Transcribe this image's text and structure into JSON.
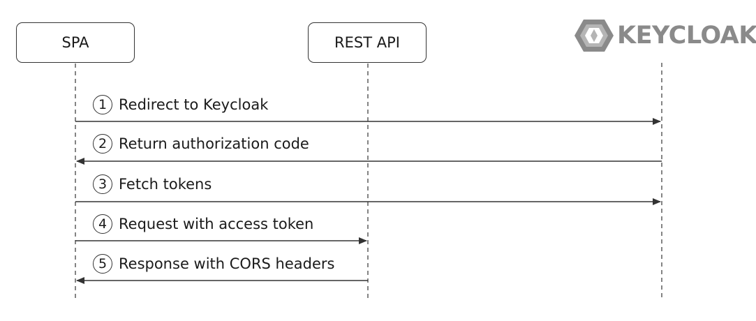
{
  "actors": [
    {
      "id": "spa",
      "label": "SPA"
    },
    {
      "id": "rest",
      "label": "REST API"
    },
    {
      "id": "keycloak",
      "label": "KEYCLOAK"
    }
  ],
  "messages": [
    {
      "num": "1",
      "label": "Redirect to Keycloak",
      "from": "spa",
      "to": "keycloak"
    },
    {
      "num": "2",
      "label": "Return authorization code",
      "from": "keycloak",
      "to": "spa"
    },
    {
      "num": "3",
      "label": "Fetch tokens",
      "from": "spa",
      "to": "keycloak"
    },
    {
      "num": "4",
      "label": "Request with access token",
      "from": "spa",
      "to": "rest"
    },
    {
      "num": "5",
      "label": "Response with CORS headers",
      "from": "rest",
      "to": "spa"
    }
  ],
  "colors": {
    "line": "#333333",
    "logo": "#8a8a8a"
  }
}
